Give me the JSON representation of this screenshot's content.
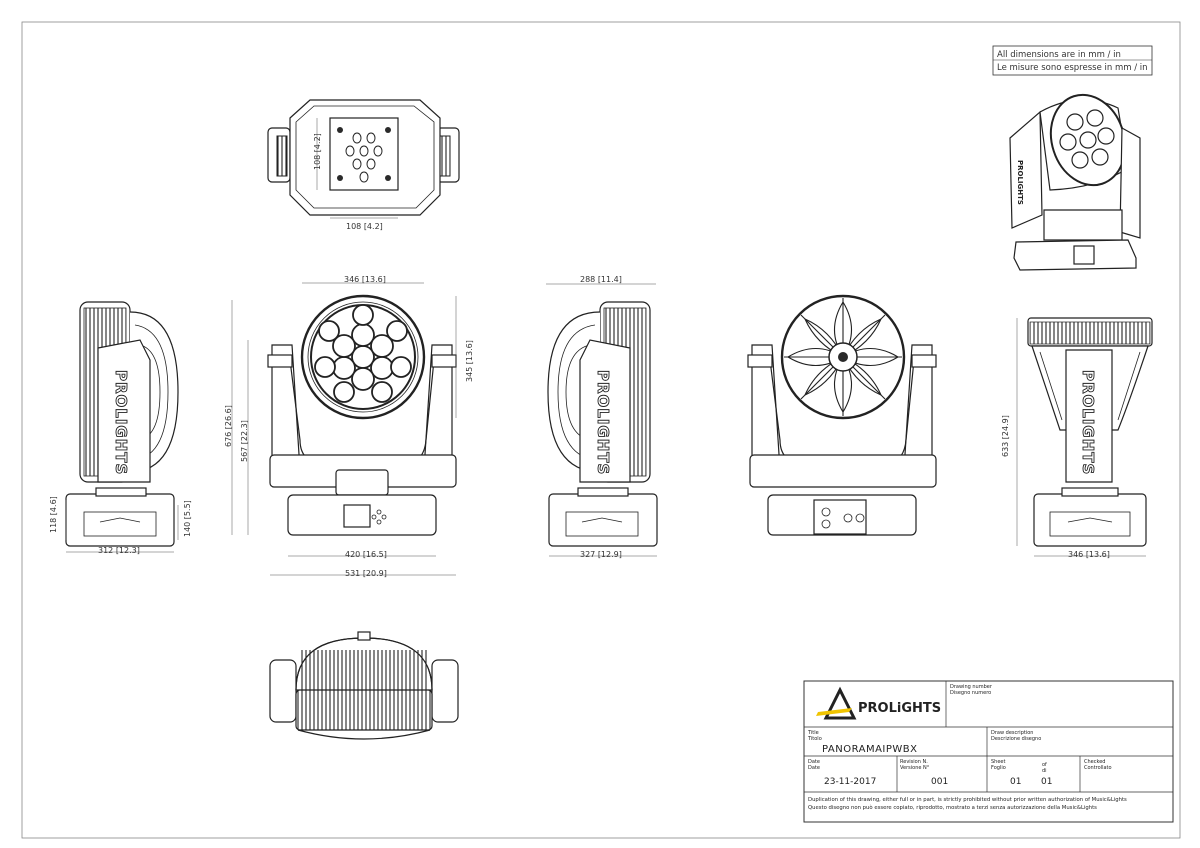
{
  "note": {
    "line1": "All dimensions are in mm / in",
    "line2": "Le misure sono espresse in mm / in"
  },
  "brand_label": "PROLIGHTS",
  "dimensions": {
    "top_108_v": "108 [4.2]",
    "top_108_h": "108 [4.2]",
    "side_118": "118 [4.6]",
    "side_140": "140 [5.5]",
    "side_312": "312 [12.3]",
    "front_346": "346 [13.6]",
    "front_345": "345 [13.6]",
    "front_676": "676 [26.6]",
    "front_567": "567 [22.3]",
    "front_420": "420 [16.5]",
    "front_531": "531 [20.9]",
    "side2_288": "288 [11.4]",
    "side2_327": "327 [12.9]",
    "right_633": "633 [24.9]",
    "right_346": "346 [13.6]"
  },
  "title_block": {
    "logo_text": "PROLiGHTS",
    "drawing_number_en": "Drawing number",
    "drawing_number_it": "Disegno numero",
    "title_en": "Title",
    "title_it": "Titolo",
    "title_value": "PANORAMAIPWBX",
    "draw_desc_en": "Draw description",
    "draw_desc_it": "Descrizione disegno",
    "date_en": "Date",
    "date_it": "Date",
    "date_value": "23-11-2017",
    "revision_en": "Revision N.",
    "revision_it": "Versione N°",
    "revision_value": "001",
    "sheet_en": "Sheet",
    "sheet_it": "Foglio",
    "of_en": "of",
    "of_it": "di",
    "sheet_value": "01",
    "of_value": "01",
    "checked_en": "Checked",
    "checked_it": "Controllato",
    "disclaimer_en": "Duplication of this drawing, either full or in part, is strictly prohibited without prior written authorization of Music&Lights",
    "disclaimer_it": "Questo disegno non può essere copiato, riprodotto, mostrato a terzi senza autorizzazione della Music&Lights"
  }
}
